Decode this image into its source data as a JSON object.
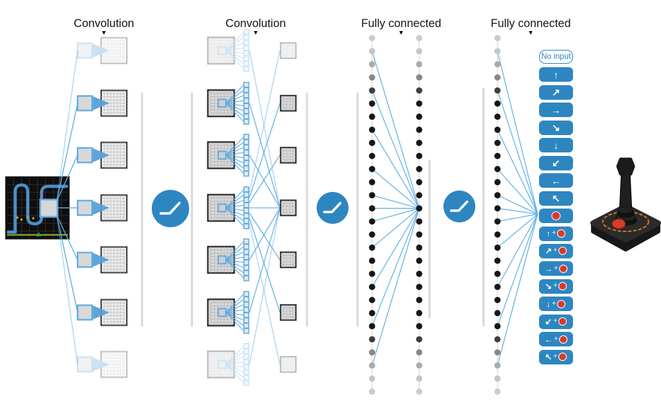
{
  "figure": {
    "layer_labels": [
      {
        "id": "conv1",
        "label": "Convolution"
      },
      {
        "id": "conv2",
        "label": "Convolution"
      },
      {
        "id": "fc1",
        "label": "Fully connected"
      },
      {
        "id": "fc2",
        "label": "Fully connected"
      }
    ],
    "marker_glyph": "▼"
  },
  "outputs": {
    "no_input_label": "No input",
    "plus_glyph": "+",
    "actions": [
      {
        "kind": "none",
        "name": "no-input",
        "label": "No input"
      },
      {
        "kind": "move",
        "name": "up",
        "glyph": "↑"
      },
      {
        "kind": "move",
        "name": "up-right",
        "glyph": "↗"
      },
      {
        "kind": "move",
        "name": "right",
        "glyph": "→"
      },
      {
        "kind": "move",
        "name": "down-right",
        "glyph": "↘"
      },
      {
        "kind": "move",
        "name": "down",
        "glyph": "↓"
      },
      {
        "kind": "move",
        "name": "down-left",
        "glyph": "↙"
      },
      {
        "kind": "move",
        "name": "left",
        "glyph": "←"
      },
      {
        "kind": "move",
        "name": "up-left",
        "glyph": "↖"
      },
      {
        "kind": "fire",
        "name": "fire"
      },
      {
        "kind": "combo",
        "name": "up-fire",
        "glyph": "↑"
      },
      {
        "kind": "combo",
        "name": "up-right-fire",
        "glyph": "↗"
      },
      {
        "kind": "combo",
        "name": "right-fire",
        "glyph": "→"
      },
      {
        "kind": "combo",
        "name": "down-right-fire",
        "glyph": "↘"
      },
      {
        "kind": "combo",
        "name": "down-fire",
        "glyph": "↓"
      },
      {
        "kind": "combo",
        "name": "down-left-fire",
        "glyph": "↙"
      },
      {
        "kind": "combo",
        "name": "left-fire",
        "glyph": "←"
      },
      {
        "kind": "combo",
        "name": "up-left-fire",
        "glyph": "↖"
      }
    ]
  },
  "icons": {
    "activation": "relu-activation-icon",
    "screen": "atari-game-screen",
    "controller": "atari-joystick"
  },
  "colors": {
    "accent_blue": "#2e86c1",
    "line_blue": "#5dade2",
    "fire_red": "#d63c2a",
    "dot_black": "#161616",
    "separator_gray": "#d8d8d8",
    "path_blue": "#4a90c8",
    "ground_green": "#7c9b2a"
  }
}
